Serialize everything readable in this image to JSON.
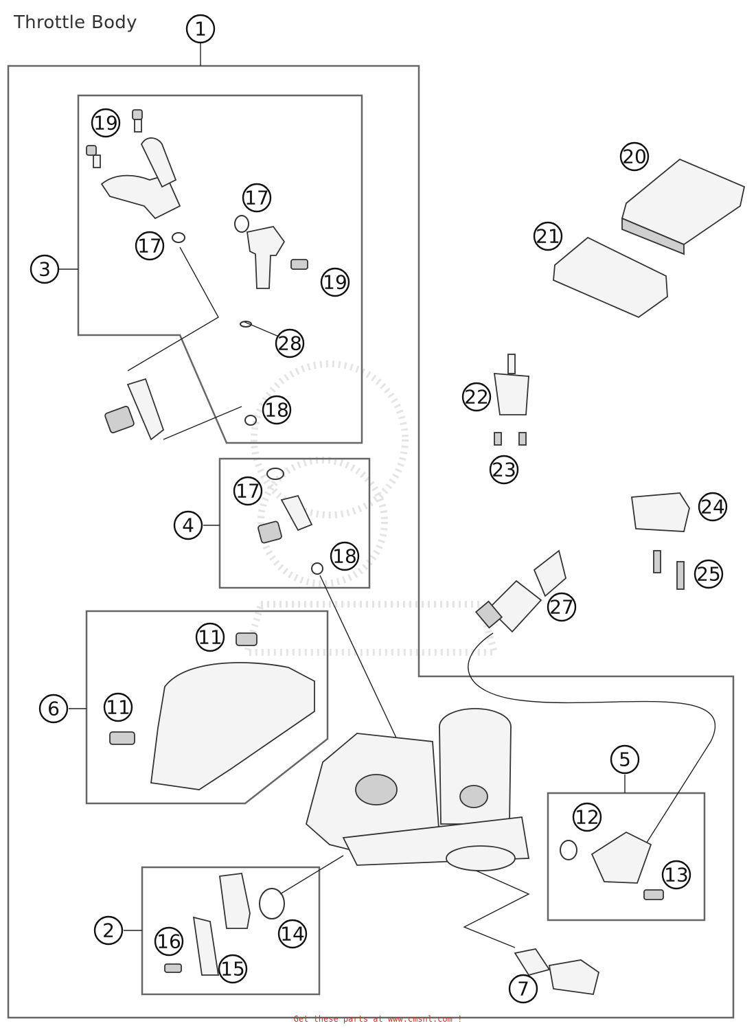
{
  "title": "Throttle Body",
  "footer": "Get these parts at www.cmsnl.com !",
  "callouts": [
    {
      "id": "c1",
      "label": "1"
    },
    {
      "id": "c2",
      "label": "2"
    },
    {
      "id": "c3",
      "label": "3"
    },
    {
      "id": "c4",
      "label": "4"
    },
    {
      "id": "c5",
      "label": "5"
    },
    {
      "id": "c6",
      "label": "6"
    },
    {
      "id": "c7",
      "label": "7"
    },
    {
      "id": "c11a",
      "label": "11"
    },
    {
      "id": "c11b",
      "label": "11"
    },
    {
      "id": "c12",
      "label": "12"
    },
    {
      "id": "c13",
      "label": "13"
    },
    {
      "id": "c14",
      "label": "14"
    },
    {
      "id": "c15",
      "label": "15"
    },
    {
      "id": "c16",
      "label": "16"
    },
    {
      "id": "c17a",
      "label": "17"
    },
    {
      "id": "c17b",
      "label": "17"
    },
    {
      "id": "c17c",
      "label": "17"
    },
    {
      "id": "c18a",
      "label": "18"
    },
    {
      "id": "c18b",
      "label": "18"
    },
    {
      "id": "c19a",
      "label": "19"
    },
    {
      "id": "c19b",
      "label": "19"
    },
    {
      "id": "c20",
      "label": "20"
    },
    {
      "id": "c21",
      "label": "21"
    },
    {
      "id": "c22",
      "label": "22"
    },
    {
      "id": "c23",
      "label": "23"
    },
    {
      "id": "c24",
      "label": "24"
    },
    {
      "id": "c25",
      "label": "25"
    },
    {
      "id": "c27",
      "label": "27"
    },
    {
      "id": "c28",
      "label": "28"
    }
  ],
  "colors": {
    "footer": "#c0392b",
    "line": "#333333",
    "frame": "#666666"
  }
}
